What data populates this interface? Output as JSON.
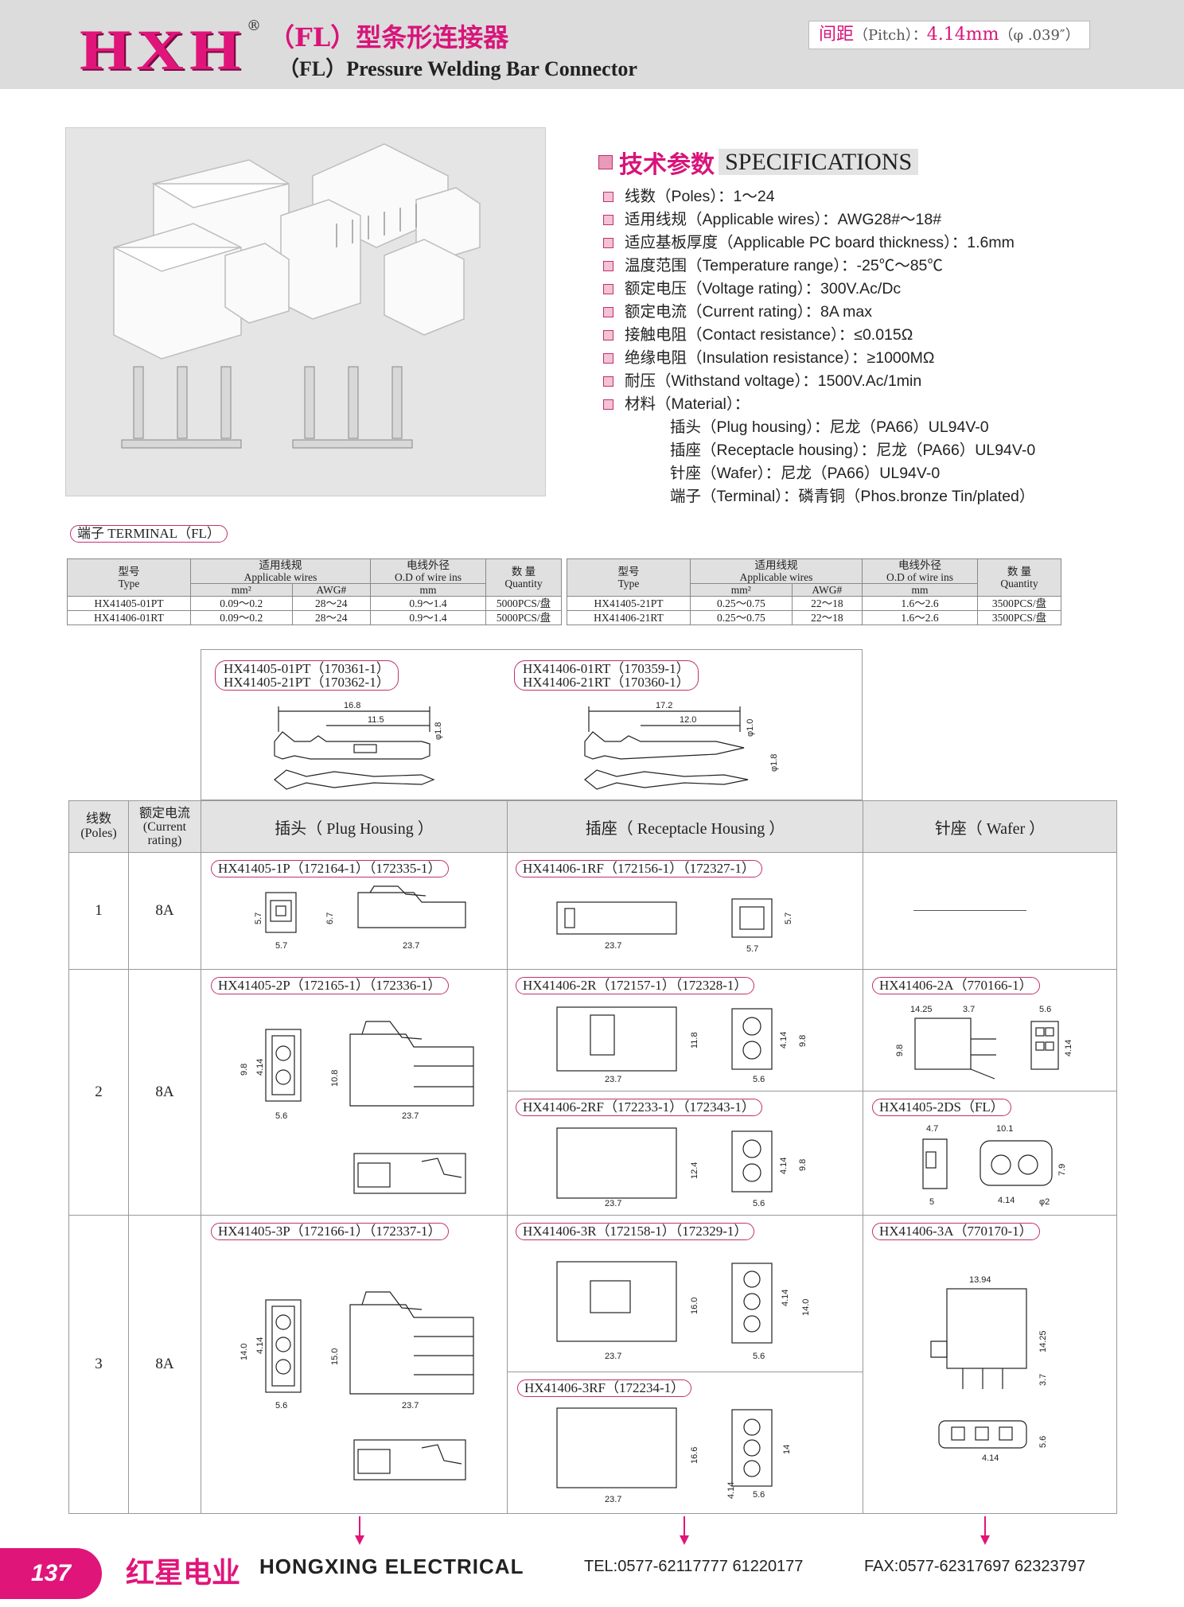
{
  "header": {
    "logo": "HXH",
    "reg": "®",
    "title_cn": "（FL）型条形连接器",
    "title_en": "（FL）Pressure Welding Bar Connector",
    "pitch_cn": "间距",
    "pitch_en": "（Pitch）：",
    "pitch_value": "4.14mm",
    "pitch_inch": "（φ .039″）"
  },
  "specs": {
    "title_cn": "技术参数",
    "title_en": "SPECIFICATIONS",
    "items": [
      "线数（Poles）：1～24",
      "适用线规（Applicable wires）：AWG28#～18#",
      "适应基板厚度（Applicable PC board thickness）：1.6mm",
      "温度范围（Temperature range）：-25℃～85℃",
      "额定电压（Voltage rating）：300V.Ac/Dc",
      "额定电流（Current rating）：8A max",
      "接触电阻（Contact resistance）：≤0.015Ω",
      "绝缘电阻（Insulation resistance）：≥1000MΩ",
      "耐压（Withstand voltage）：1500V.Ac/1min",
      "材料（Material）："
    ],
    "materials": [
      "插头（Plug housing）：尼龙（PA66）UL94V-0",
      "插座（Receptacle housing）：尼龙（PA66）UL94V-0",
      "针座（Wafer）：尼龙（PA66）UL94V-0",
      "端子（Terminal）：磷青铜（Phos.bronze Tin/plated）"
    ]
  },
  "terminal_label": "端子 TERMINAL（FL）",
  "terminal_headers": {
    "type_cn": "型号",
    "type_en": "Type",
    "wires_cn": "适用线规",
    "wires_en": "Applicable wires",
    "mm2": "mm²",
    "awg": "AWG#",
    "od_cn": "电线外径",
    "od_en": "O.D of wire ins",
    "od_unit": "mm",
    "qty_cn": "数  量",
    "qty_en": "Quantity"
  },
  "terminal_left": [
    {
      "type": "HX41405-01PT",
      "mm2": "0.09～0.2",
      "awg": "28～24",
      "od": "0.9～1.4",
      "qty": "5000PCS/盘"
    },
    {
      "type": "HX41406-01RT",
      "mm2": "0.09～0.2",
      "awg": "28～24",
      "od": "0.9～1.4",
      "qty": "5000PCS/盘"
    }
  ],
  "terminal_right": [
    {
      "type": "HX41405-21PT",
      "mm2": "0.25～0.75",
      "awg": "22～18",
      "od": "1.6～2.6",
      "qty": "3500PCS/盘"
    },
    {
      "type": "HX41406-21RT",
      "mm2": "0.25～0.75",
      "awg": "22～18",
      "od": "1.6～2.6",
      "qty": "3500PCS/盘"
    }
  ],
  "terminal_drawings": {
    "left_label_1": "HX41405-01PT（170361-1）",
    "left_label_2": "HX41405-21PT（170362-1）",
    "right_label_1": "HX41406-01RT（170359-1）",
    "right_label_2": "HX41406-21RT（170360-1）",
    "left_dims": {
      "overall": "16.8",
      "inner": "11.5",
      "dia": "φ1.8"
    },
    "right_dims": {
      "overall": "17.2",
      "inner": "12.0",
      "dia1": "φ1.0",
      "dia2": "φ1.8"
    }
  },
  "grid_headers": {
    "poles_cn": "线数",
    "poles_en": "(Poles)",
    "current_cn": "额定电流",
    "current_en": "(Current rating)",
    "plug": "插头（ Plug Housing ）",
    "receptacle": "插座（ Receptacle Housing ）",
    "wafer": "针座（ Wafer ）"
  },
  "rows": [
    {
      "poles": "1",
      "current": "8A",
      "plug": "HX41405-1P（172164-1）（172335-1）",
      "receptacle": "HX41406-1RF（172156-1）（172327-1）",
      "dims": {
        "p1": "5.7",
        "p2": "5.7",
        "p3": "6.7",
        "p4": "23.7",
        "r1": "23.7",
        "r2": "5.7",
        "r3": "5.7"
      }
    },
    {
      "poles": "2",
      "current": "8A",
      "plug": "HX41405-2P（172165-1）（172336-1）",
      "receptacle": "HX41406-2R（172157-1）（172328-1）",
      "receptacle2": "HX41406-2RF（172233-1）（172343-1）",
      "wafer": "HX41406-2A（770166-1）",
      "wafer2": "HX41405-2DS（FL）",
      "dims": {
        "p1": "9.8",
        "p2": "4.14",
        "p3": "5.6",
        "p4": "10.8",
        "p5": "23.7",
        "r1": "11.8",
        "r2": "23.7",
        "r3": "4.14",
        "r4": "9.8",
        "r5": "5.6",
        "rf1": "12.4",
        "rf2": "23.7",
        "rf3": "4.14",
        "rf4": "9.8",
        "rf5": "5.6",
        "w1": "14.25",
        "w2": "3.7",
        "w3": "5.6",
        "w4": "9.8",
        "w5": "4.14",
        "d1": "4.7",
        "d2": "10.1",
        "d3": "7.9",
        "d4": "5",
        "d5": "4.14",
        "d6": "φ2"
      }
    },
    {
      "poles": "3",
      "current": "8A",
      "plug": "HX41405-3P（172166-1）（172337-1）",
      "receptacle": "HX41406-3R（172158-1）（172329-1）",
      "receptacle2": "HX41406-3RF（172234-1）",
      "wafer": "HX41406-3A（770170-1）",
      "dims": {
        "p1": "14.0",
        "p2": "4.14",
        "p3": "5.6",
        "p4": "15.0",
        "p5": "23.7",
        "r1": "16.0",
        "r2": "23.7",
        "r3": "4.14",
        "r4": "14.0",
        "r5": "5.6",
        "rf1": "16.6",
        "rf2": "23.7",
        "rf3": "4.14",
        "rf4": "14",
        "rf5": "5.6",
        "w1": "13.94",
        "w2": "14.25",
        "w3": "3.7",
        "w4": "5.6",
        "w5": "4.14"
      }
    }
  ],
  "footer": {
    "page": "137",
    "brand_cn": "红星电业",
    "brand_en": "HONGXING ELECTRICAL",
    "tel": "TEL:0577-62117777   61220177",
    "fax": "FAX:0577-62317697   62323797"
  },
  "colors": {
    "accent": "#e0157a",
    "header_bg": "#dcdcdc",
    "table_header": "#e3e3e3"
  }
}
